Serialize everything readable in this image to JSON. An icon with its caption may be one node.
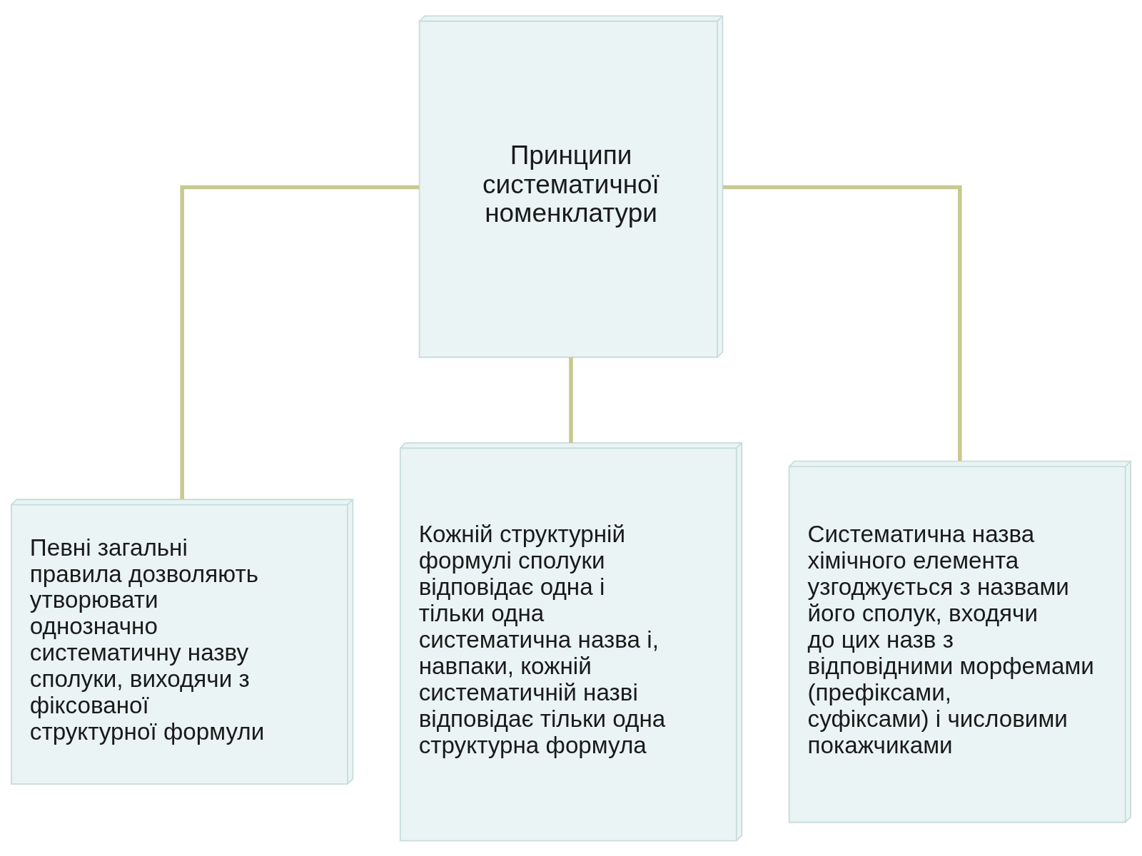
{
  "diagram": {
    "nodes": [
      {
        "text": [
          "Принципи систематичної номенклатури"
        ]
      },
      {
        "text": [
          "Певні загальні правила дозволяють утворювати однозначно систематичну назву сполуки, виходячи з фіксованої структурної формули"
        ]
      },
      {
        "text": [
          "Кожній структурній формулі сполуки відповідає одна і тільки одна систематична назва і, навпаки, кожній систематичній назві відповідає тільки одна структурна формула"
        ]
      },
      {
        "text": [
          "Систематична назва хімічного елемента узгоджується з назвами його сполук, входячи до цих назв з відповідними морфемами (префіксами, суфіксами) і числовими покажчиками"
        ]
      }
    ],
    "edges": [
      {
        "from": 0,
        "to": 1,
        "arrow": "none"
      },
      {
        "from": 0,
        "to": 2,
        "arrow": "none"
      },
      {
        "from": 0,
        "to": 3,
        "arrow": "none"
      }
    ]
  }
}
